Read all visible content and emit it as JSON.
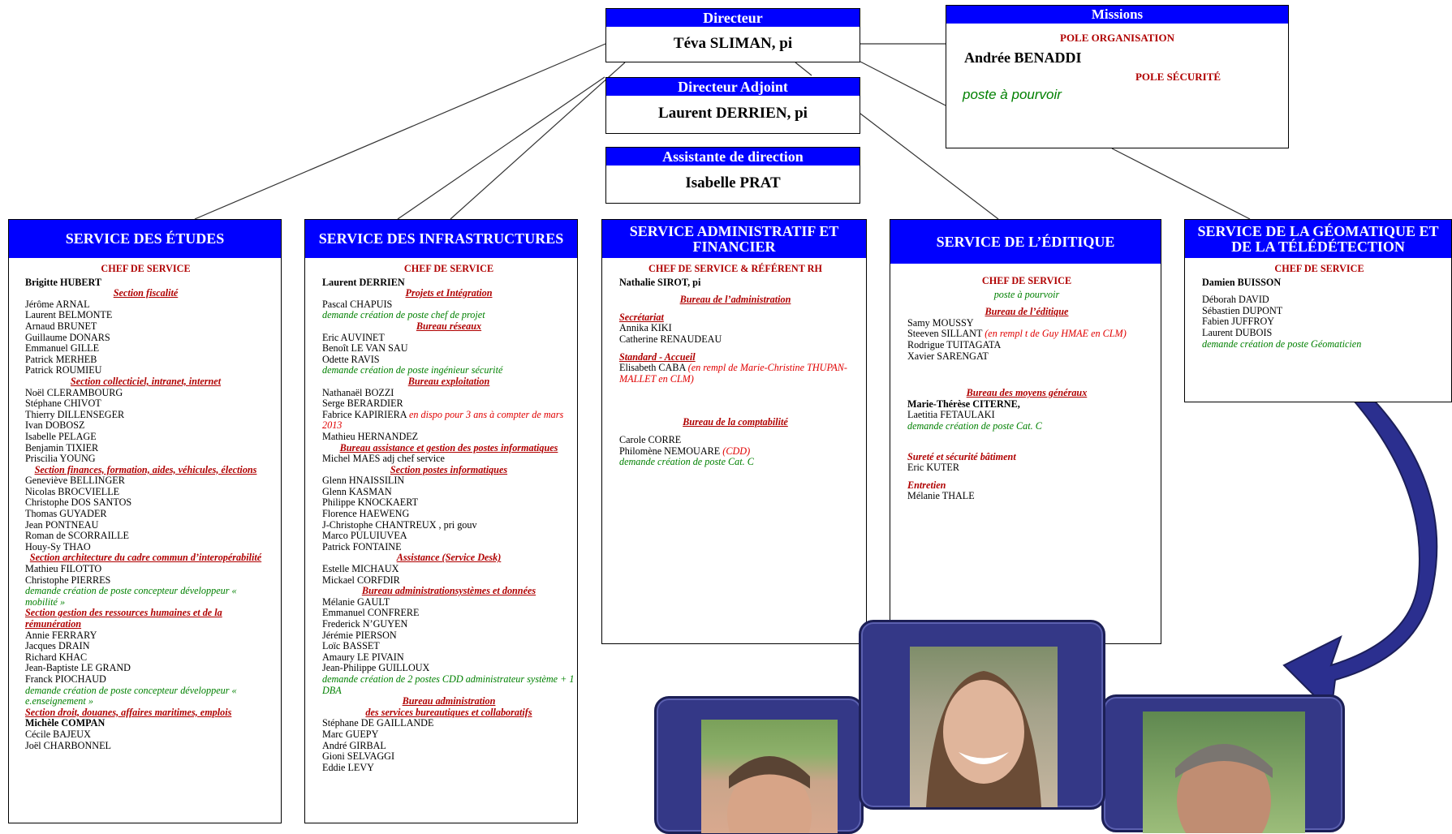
{
  "top": {
    "directeur": {
      "title": "Directeur",
      "name": "Téva SLIMAN, pi"
    },
    "adjoint": {
      "title": "Directeur Adjoint",
      "name": "Laurent DERRIEN, pi"
    },
    "assistante": {
      "title": "Assistante de direction",
      "name": "Isabelle PRAT"
    },
    "missions": {
      "title": "Missions",
      "pole1": "POLE ORGANISATION",
      "pole1_name": "Andrée BENADDI",
      "pole2": "POLE SÉCURITÉ",
      "pole2_name": "poste à pourvoir"
    }
  },
  "services": {
    "etudes": {
      "title": "SERVICE DES ÉTUDES",
      "lines": [
        {
          "t": "CHEF DE SERVICE",
          "s": "rc"
        },
        {
          "t": "Brigitte HUBERT",
          "s": "bold"
        },
        {
          "t": "Section fiscalité",
          "s": "sec"
        },
        {
          "t": "Jérôme ARNAL"
        },
        {
          "t": "Laurent BELMONTE"
        },
        {
          "t": "Arnaud BRUNET"
        },
        {
          "t": "Guillaume DONARS"
        },
        {
          "t": "Emmanuel GILLE"
        },
        {
          "t": "Patrick MERHEB"
        },
        {
          "t": "Patrick ROUMIEU"
        },
        {
          "t": "Section collecticiel, intranet, internet",
          "s": "sec"
        },
        {
          "t": "Noël CLERAMBOURG"
        },
        {
          "t": "Stéphane CHIVOT"
        },
        {
          "t": "Thierry DILLENSEGER"
        },
        {
          "t": "Ivan DOBOSZ"
        },
        {
          "t": "Isabelle PELAGE"
        },
        {
          "t": "Benjamin TIXIER"
        },
        {
          "t": "Priscilia YOUNG"
        },
        {
          "t": "Section finances, formation, aides, véhicules, élections",
          "s": "sec"
        },
        {
          "t": "Geneviève BELLINGER"
        },
        {
          "t": "Nicolas BROCVIELLE"
        },
        {
          "t": "Christophe DOS SANTOS"
        },
        {
          "t": "Thomas GUYADER"
        },
        {
          "t": "Jean PONTNEAU"
        },
        {
          "t": "Roman de SCORRAILLE"
        },
        {
          "t": "Houy-Sy THAO"
        },
        {
          "t": "Section architecture du cadre commun d’interopérabilité",
          "s": "sec"
        },
        {
          "t": "Mathieu  FILOTTO"
        },
        {
          "t": "Christophe PIERRES"
        },
        {
          "t": "demande création de poste concepteur développeur « mobilité »",
          "s": "green"
        },
        {
          "t": "Section gestion des ressources humaines et de la rémunération",
          "s": "sec-left"
        },
        {
          "t": "Annie FERRARY"
        },
        {
          "t": "Jacques DRAIN"
        },
        {
          "t": "Richard KHAC"
        },
        {
          "t": "Jean-Baptiste LE GRAND"
        },
        {
          "t": "Franck PIOCHAUD"
        },
        {
          "t": "demande création de poste concepteur développeur « e.enseignement »",
          "s": "green"
        },
        {
          "t": "Section droit, douanes, affaires maritimes, emplois",
          "s": "sec-left"
        },
        {
          "t": "Michèle COMPAN",
          "s": "bold"
        },
        {
          "t": "Cécile BAJEUX"
        },
        {
          "t": "Joël CHARBONNEL"
        }
      ]
    },
    "infra": {
      "title": "SERVICE DES INFRASTRUCTURES",
      "lines": [
        {
          "t": "CHEF DE SERVICE",
          "s": "rc"
        },
        {
          "t": "Laurent DERRIEN",
          "s": "bold"
        },
        {
          "t": "Projets et Intégration",
          "s": "sec"
        },
        {
          "t": "Pascal CHAPUIS"
        },
        {
          "t": "demande création de poste chef de projet",
          "s": "green"
        },
        {
          "t": "Bureau réseaux",
          "s": "sec"
        },
        {
          "t": "Eric AUVINET"
        },
        {
          "t": "Benoît LE VAN SAU"
        },
        {
          "t": "Odette RAVIS"
        },
        {
          "t": "demande création de poste ingénieur sécurité",
          "s": "green"
        },
        {
          "t": "Bureau exploitation",
          "s": "sec"
        },
        {
          "t": "Nathanaël BOZZI"
        },
        {
          "t": "Serge BERARDIER"
        },
        {
          "t": "Fabrice  KAPIRIERA",
          "extra": "en dispo pour 3 ans à compter de mars 2013"
        },
        {
          "t": "Mathieu HERNANDEZ"
        },
        {
          "t": "Bureau assistance et gestion des postes informatiques",
          "s": "sec"
        },
        {
          "t": "Michel MAES adj chef service"
        },
        {
          "t": "Section postes informatiques",
          "s": "sec"
        },
        {
          "t": "Glenn HNAISSILIN"
        },
        {
          "t": "Glenn KASMAN"
        },
        {
          "t": "Philippe KNOCKAERT"
        },
        {
          "t": "Florence HAEWENG"
        },
        {
          "t": "J-Christophe CHANTREUX , pri gouv"
        },
        {
          "t": "Marco PULUIUVEA"
        },
        {
          "t": "Patrick FONTAINE"
        },
        {
          "t": "Assistance (Service Desk)",
          "s": "sec"
        },
        {
          "t": "Estelle MICHAUX"
        },
        {
          "t": "Mickael CORFDIR"
        },
        {
          "t": "Bureau administrationsystèmes et données",
          "s": "sec"
        },
        {
          "t": "Mélanie GAULT"
        },
        {
          "t": "Emmanuel CONFRERE"
        },
        {
          "t": "Frederick N’GUYEN"
        },
        {
          "t": "Jérémie PIERSON"
        },
        {
          "t": "Loïc BASSET"
        },
        {
          "t": "Amaury LE PIVAIN"
        },
        {
          "t": "Jean-Philippe GUILLOUX"
        },
        {
          "t": "demande création de 2 postes CDD administrateur système + 1 DBA",
          "s": "green"
        },
        {
          "t": "Bureau administration",
          "s": "sec"
        },
        {
          "t": "des services bureautiques et collaboratifs",
          "s": "sec"
        },
        {
          "t": "Stéphane DE GAILLANDE"
        },
        {
          "t": "Marc GUEPY"
        },
        {
          "t": "André GIRBAL"
        },
        {
          "t": "Gioni SELVAGGI"
        },
        {
          "t": "Eddie LEVY"
        }
      ]
    },
    "admin": {
      "title": "SERVICE ADMINISTRATIF ET FINANCIER",
      "lines": [
        {
          "t": "CHEF DE SERVICE & RÉFÉRENT RH",
          "s": "rc"
        },
        {
          "t": "Nathalie SIROT, pi",
          "s": "bold"
        },
        {
          "t": "",
          "s": "gap"
        },
        {
          "t": "Bureau de l’administration",
          "s": "sec"
        },
        {
          "t": "",
          "s": "gap"
        },
        {
          "t": "Secrétariat",
          "s": "ital-red-ul"
        },
        {
          "t": "Annika KIKI"
        },
        {
          "t": "Catherine RENAUDEAU"
        },
        {
          "t": "",
          "s": "gap"
        },
        {
          "t": "Standard - Accueil",
          "s": "ital-red-ul"
        },
        {
          "t": "Elisabeth CABA",
          "extra": "(en rempl de Marie-Christine THUPAN-MALLET en CLM)"
        },
        {
          "t": "",
          "s": "gap"
        },
        {
          "t": "",
          "s": "gap"
        },
        {
          "t": "",
          "s": "gap"
        },
        {
          "t": "",
          "s": "gap"
        },
        {
          "t": "",
          "s": "gap"
        },
        {
          "t": "Bureau de la comptabilité",
          "s": "sec"
        },
        {
          "t": "",
          "s": "gap"
        },
        {
          "t": "Carole CORRE"
        },
        {
          "t": "Philomène NEMOUARE",
          "extra": "(CDD)"
        },
        {
          "t": "demande création de poste Cat. C",
          "s": "green"
        }
      ]
    },
    "editique": {
      "title": "SERVICE DE L’ÉDITIQUE",
      "lines": [
        {
          "t": "CHEF DE SERVICE",
          "s": "rc"
        },
        {
          "t": "poste à pourvoir",
          "s": "green-c"
        },
        {
          "t": "",
          "s": "gap"
        },
        {
          "t": "Bureau de l’éditique",
          "s": "sec"
        },
        {
          "t": "Samy MOUSSY"
        },
        {
          "t": "Steeven SILLANT",
          "extra": "(en rempl t de Guy HMAE en CLM)"
        },
        {
          "t": "Rodrigue TUITAGATA"
        },
        {
          "t": "Xavier SARENGAT"
        },
        {
          "t": "",
          "s": "gap"
        },
        {
          "t": "",
          "s": "gap"
        },
        {
          "t": "",
          "s": "gap"
        },
        {
          "t": "",
          "s": "gap"
        },
        {
          "t": "Bureau des moyens généraux",
          "s": "sec"
        },
        {
          "t": "Marie-Thérèse CITERNE,",
          "s": "bold"
        },
        {
          "t": "Laetitia FETAULAKI"
        },
        {
          "t": "demande création de poste Cat. C",
          "s": "green"
        },
        {
          "t": "",
          "s": "gap"
        },
        {
          "t": "",
          "s": "gap"
        },
        {
          "t": "",
          "s": "gap"
        },
        {
          "t": "Sureté et sécurité bâtiment",
          "s": "ital-red"
        },
        {
          "t": "Eric KUTER"
        },
        {
          "t": "",
          "s": "gap"
        },
        {
          "t": "Entretien",
          "s": "ital-red"
        },
        {
          "t": "Mélanie THALE"
        }
      ]
    },
    "geo": {
      "title": "SERVICE DE LA GÉOMATIQUE ET DE LA TÉLÉDÉTECTION",
      "lines": [
        {
          "t": "CHEF DE SERVICE",
          "s": "rc"
        },
        {
          "t": "Damien BUISSON",
          "s": "bold"
        },
        {
          "t": "",
          "s": "gap"
        },
        {
          "t": "Déborah DAVID"
        },
        {
          "t": "Sébastien DUPONT"
        },
        {
          "t": "Fabien JUFFROY"
        },
        {
          "t": "Laurent DUBOIS"
        },
        {
          "t": "demande création de poste Géomaticien",
          "s": "green"
        }
      ]
    }
  },
  "colors": {
    "header_bg": "#0000ff",
    "section_red": "#b00000",
    "note_green": "#008000",
    "arrow": "#2b2f8f",
    "card": "#343887"
  }
}
